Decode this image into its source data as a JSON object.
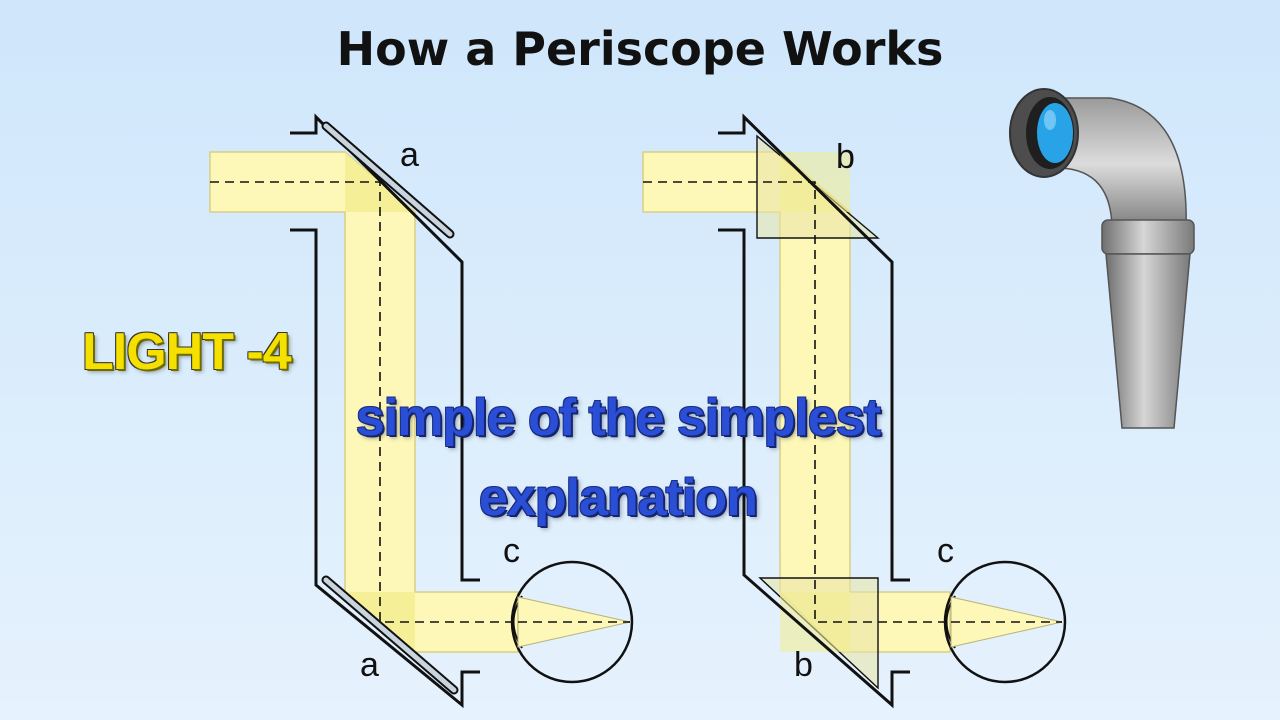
{
  "title": "How a Periscope Works",
  "labels": {
    "left_top": "a",
    "left_bottom": "a",
    "left_eye": "c",
    "right_top": "b",
    "right_bottom": "b",
    "right_eye": "c"
  },
  "overlay": {
    "light": "LIGHT -4",
    "line1": "simple of the simplest",
    "line2": "explanation"
  },
  "colors": {
    "beam": "#fdf7b8",
    "beam_stroke": "#d8cf86",
    "mirror": "#c9d4de",
    "prism": "#e9e6a6",
    "pipe": "#8d8d8d",
    "lens": "#29a3e8"
  }
}
